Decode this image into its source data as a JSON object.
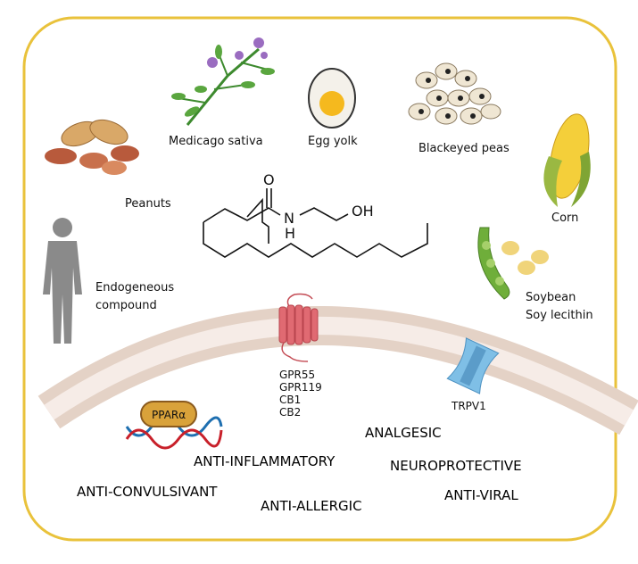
{
  "sources": {
    "medicago": "Medicago sativa",
    "egg": "Egg yolk",
    "peas": "Blackeyed peas",
    "peanuts": "Peanuts",
    "corn": "Corn",
    "endogenous_line1": "Endogeneous",
    "endogenous_line2": "compound",
    "soy_line1": "Soybean",
    "soy_line2": "Soy lecithin"
  },
  "molecule": {
    "oxygen": "O",
    "nitrogen": "N",
    "hydrogen": "H",
    "hydroxyl": "OH"
  },
  "receptors": {
    "gpcr": [
      "GPR55",
      "GPR119",
      "CB1",
      "CB2"
    ],
    "channel": "TRPV1",
    "nuclear": "PPARα"
  },
  "effects": {
    "analgesic": "ANALGESIC",
    "anti_inflammatory": "ANTI-INFLAMMATORY",
    "neuroprotective": "NEUROPROTECTIVE",
    "anti_convulsivant": "ANTI-CONVULSIVANT",
    "anti_allergic": "ANTI-ALLERGIC",
    "anti_viral": "ANTI-VIRAL"
  },
  "colors": {
    "border": "#e9c23b",
    "membrane": "#e4d2c6",
    "membrane_inner": "#f6ece7",
    "gpcr": "#e06a72",
    "channel": "#7fbfe6",
    "ppar": "#d9a23a"
  }
}
